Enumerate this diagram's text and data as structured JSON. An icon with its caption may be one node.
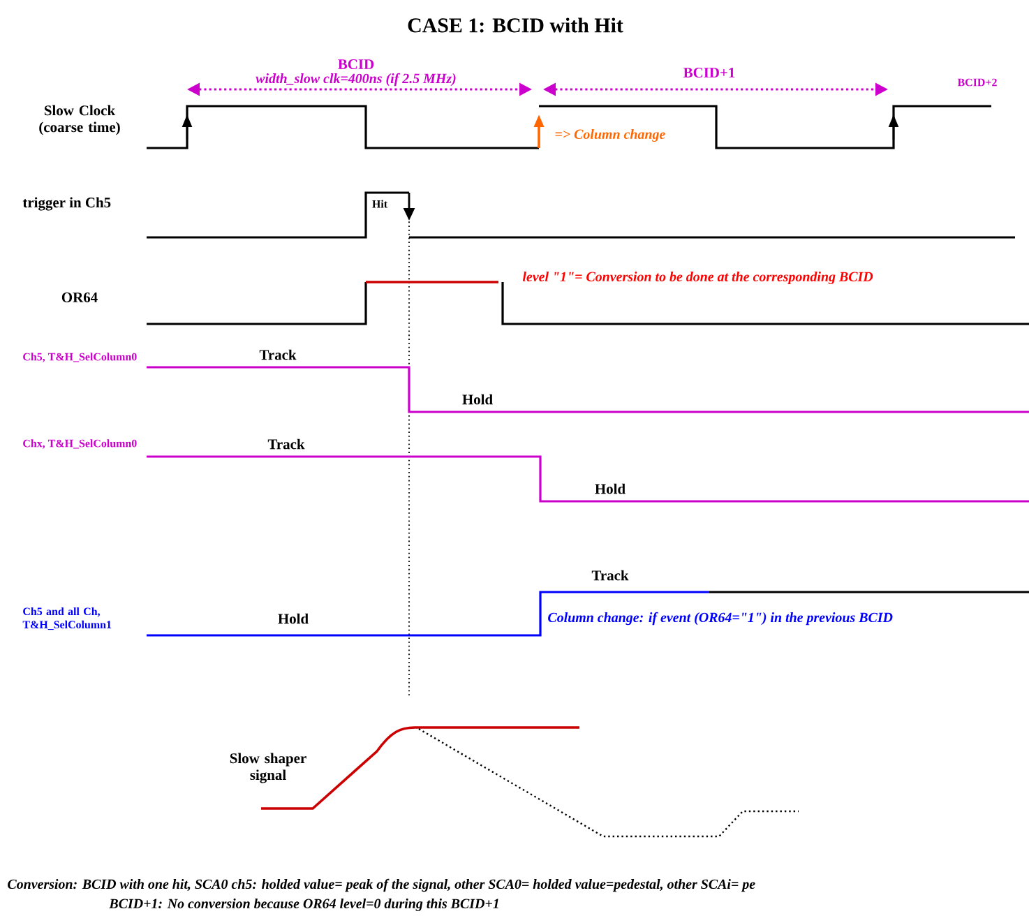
{
  "diagram": {
    "title": "CASE 1: BCID with Hit",
    "labels": [
      "BCID",
      "width_slow clk=400ns (if 2.5 MHz)",
      "BCID+1",
      "BCID+2",
      "Slow Clock (coarse time)",
      "=> Column change",
      "trigger in  Ch5",
      "Hit",
      "OR64",
      "level \"1\"= Conversion to be done at the corresponding BCID",
      "Ch5, T&H_SelColumn0",
      "Track",
      "Hold",
      "Chx, T&H_SelColumn0",
      "Track",
      "Hold",
      "Track",
      "Ch5 and all Ch, T&H_SelColumn1",
      "Hold",
      "Column change: if event (OR64=\"1\") in the previous BCID",
      "Slow shaper signal",
      "Conversion: BCID with one hit, SCA0 ch5: holded value= peak of the signal, other SCA0= holded value=pedestal, other SCAi= pe",
      "BCID+1: No conversion because OR64 level=0 during this BCID+1"
    ]
  }
}
